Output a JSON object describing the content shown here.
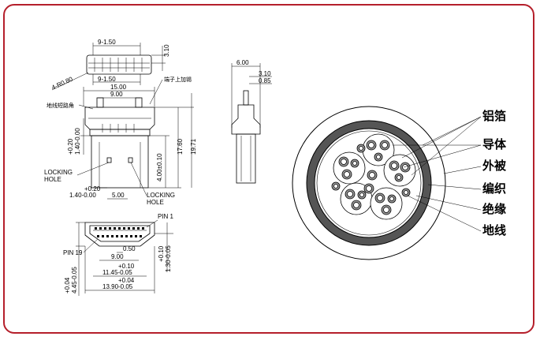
{
  "top_view": {
    "dim_pitch_top": "9-1.50",
    "dim_pitch_bottom": "9-1.50",
    "dim_radius": "4-R0.80",
    "dim_height": "3.10"
  },
  "side_view": {
    "dim_width": "6.00",
    "dim_3_10": "3.10",
    "dim_0_85": "0.85"
  },
  "front_view": {
    "note_terminal": "端子上加锡",
    "note_short_corner": "地线短路角",
    "dim_15_00": "15.00",
    "dim_9_00": "9.00",
    "dim_0_20_tol": "+0.20",
    "dim_1_40_a": "1.40-0.00",
    "dim_0_20_tol_b": "+0.20",
    "dim_1_40_b": "1.40-0.00",
    "dim_4_00": "4.00±0.10",
    "dim_17_60": "17.60",
    "dim_19_71": "19.71",
    "dim_5_00": "5.00",
    "locking_left": [
      "LOCKING",
      "HOLE"
    ],
    "locking_right": [
      "LOCKING",
      "HOLE"
    ]
  },
  "plug_view": {
    "pin1": "PIN  1",
    "pin19": "PIN  19",
    "dim_0_50": "0.50",
    "dim_9_00": "9.00",
    "tol_plus_010": "+0.10",
    "dim_11_45": "11.45-0.05",
    "tol_plus_004": "+0.04",
    "dim_13_90": "13.90-0.05",
    "side_tol_plus_004": "+0.04",
    "side_4_45": "4.45-0.05",
    "side_tol_plus_010": "+0.10",
    "side_1_30": "1.30-0.05"
  },
  "cable_labels": [
    "铝箔",
    "导体",
    "外被",
    "编织",
    "绝缘",
    "地线"
  ],
  "colors": {
    "border": "#b51f2b",
    "line": "#000000",
    "jacket": "#555555"
  }
}
